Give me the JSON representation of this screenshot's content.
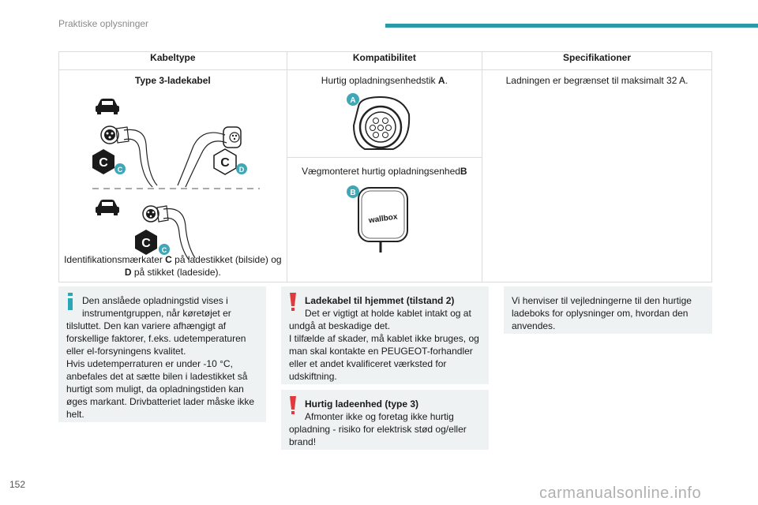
{
  "header": {
    "section": "Praktiske oplysninger"
  },
  "table": {
    "headers": [
      "Kabeltype",
      "Kompatibilitet",
      "Specifikationer"
    ],
    "cable_title": "Type 3-ladekabel",
    "caption_1": "Identifikationsmærkater ",
    "caption_c": "C",
    "caption_2": " på ladestikket (bilside) og ",
    "caption_d": "D",
    "caption_3": " på stikket (ladeside).",
    "compat_a_text": "Hurtig opladningsenhedstik ",
    "compat_a_letter": "A",
    "compat_a_dot": ".",
    "compat_b_text": "Vægmonteret hurtig opladningsenhed",
    "compat_b_letter": "B",
    "spec_text": "Ladningen er begrænset til maksimalt 32 A.",
    "labels": {
      "c_dark": "C",
      "c_badge": "C",
      "d_outline": "C",
      "d_badge": "D",
      "a_badge": "A",
      "b_badge": "B",
      "wallbox": "wallbox"
    }
  },
  "info_box": {
    "line1": "Den anslåede opladningstid vises i",
    "line2": "instrumentgruppen, når køretøjet er",
    "rest": "tilsluttet. Den kan variere afhængigt af forskellige faktorer, f.eks. udetemperaturen eller el-forsyningens kvalitet.",
    "rest2": "Hvis udetemperraturen er under -10 °C, anbefales det at sætte bilen i ladestikket så hurtigt som muligt, da opladningstiden kan øges markant. Drivbatteriet lader måske ikke helt."
  },
  "warn_box_1": {
    "title": "Ladekabel til hjemmet (tilstand 2)",
    "line1": "Det er vigtigt at holde kablet intakt og at",
    "rest": "undgå at beskadige det.",
    "rest2": "I tilfælde af skader, må kablet ikke bruges, og man skal kontakte en PEUGEOT-forhandler eller et andet kvalificeret værksted for udskiftning."
  },
  "warn_box_2": {
    "title": "Hurtig ladeenhed (type 3)",
    "line1": "Afmonter ikke og foretag ikke hurtig",
    "rest": "opladning - risiko for elektrisk stød og/eller brand!"
  },
  "note_box": {
    "text": "Vi henviser til vejledningerne til den hurtige ladeboks for oplysninger om, hvordan den anvendes."
  },
  "footer": {
    "page": "152",
    "watermark": "carmanualsonline.info"
  },
  "colors": {
    "accent": "#2a9aa8",
    "badge": "#3fa7b5",
    "info_icon": "#2aa6b4",
    "warning": "#e03a3e",
    "box_bg": "#eef2f3"
  }
}
